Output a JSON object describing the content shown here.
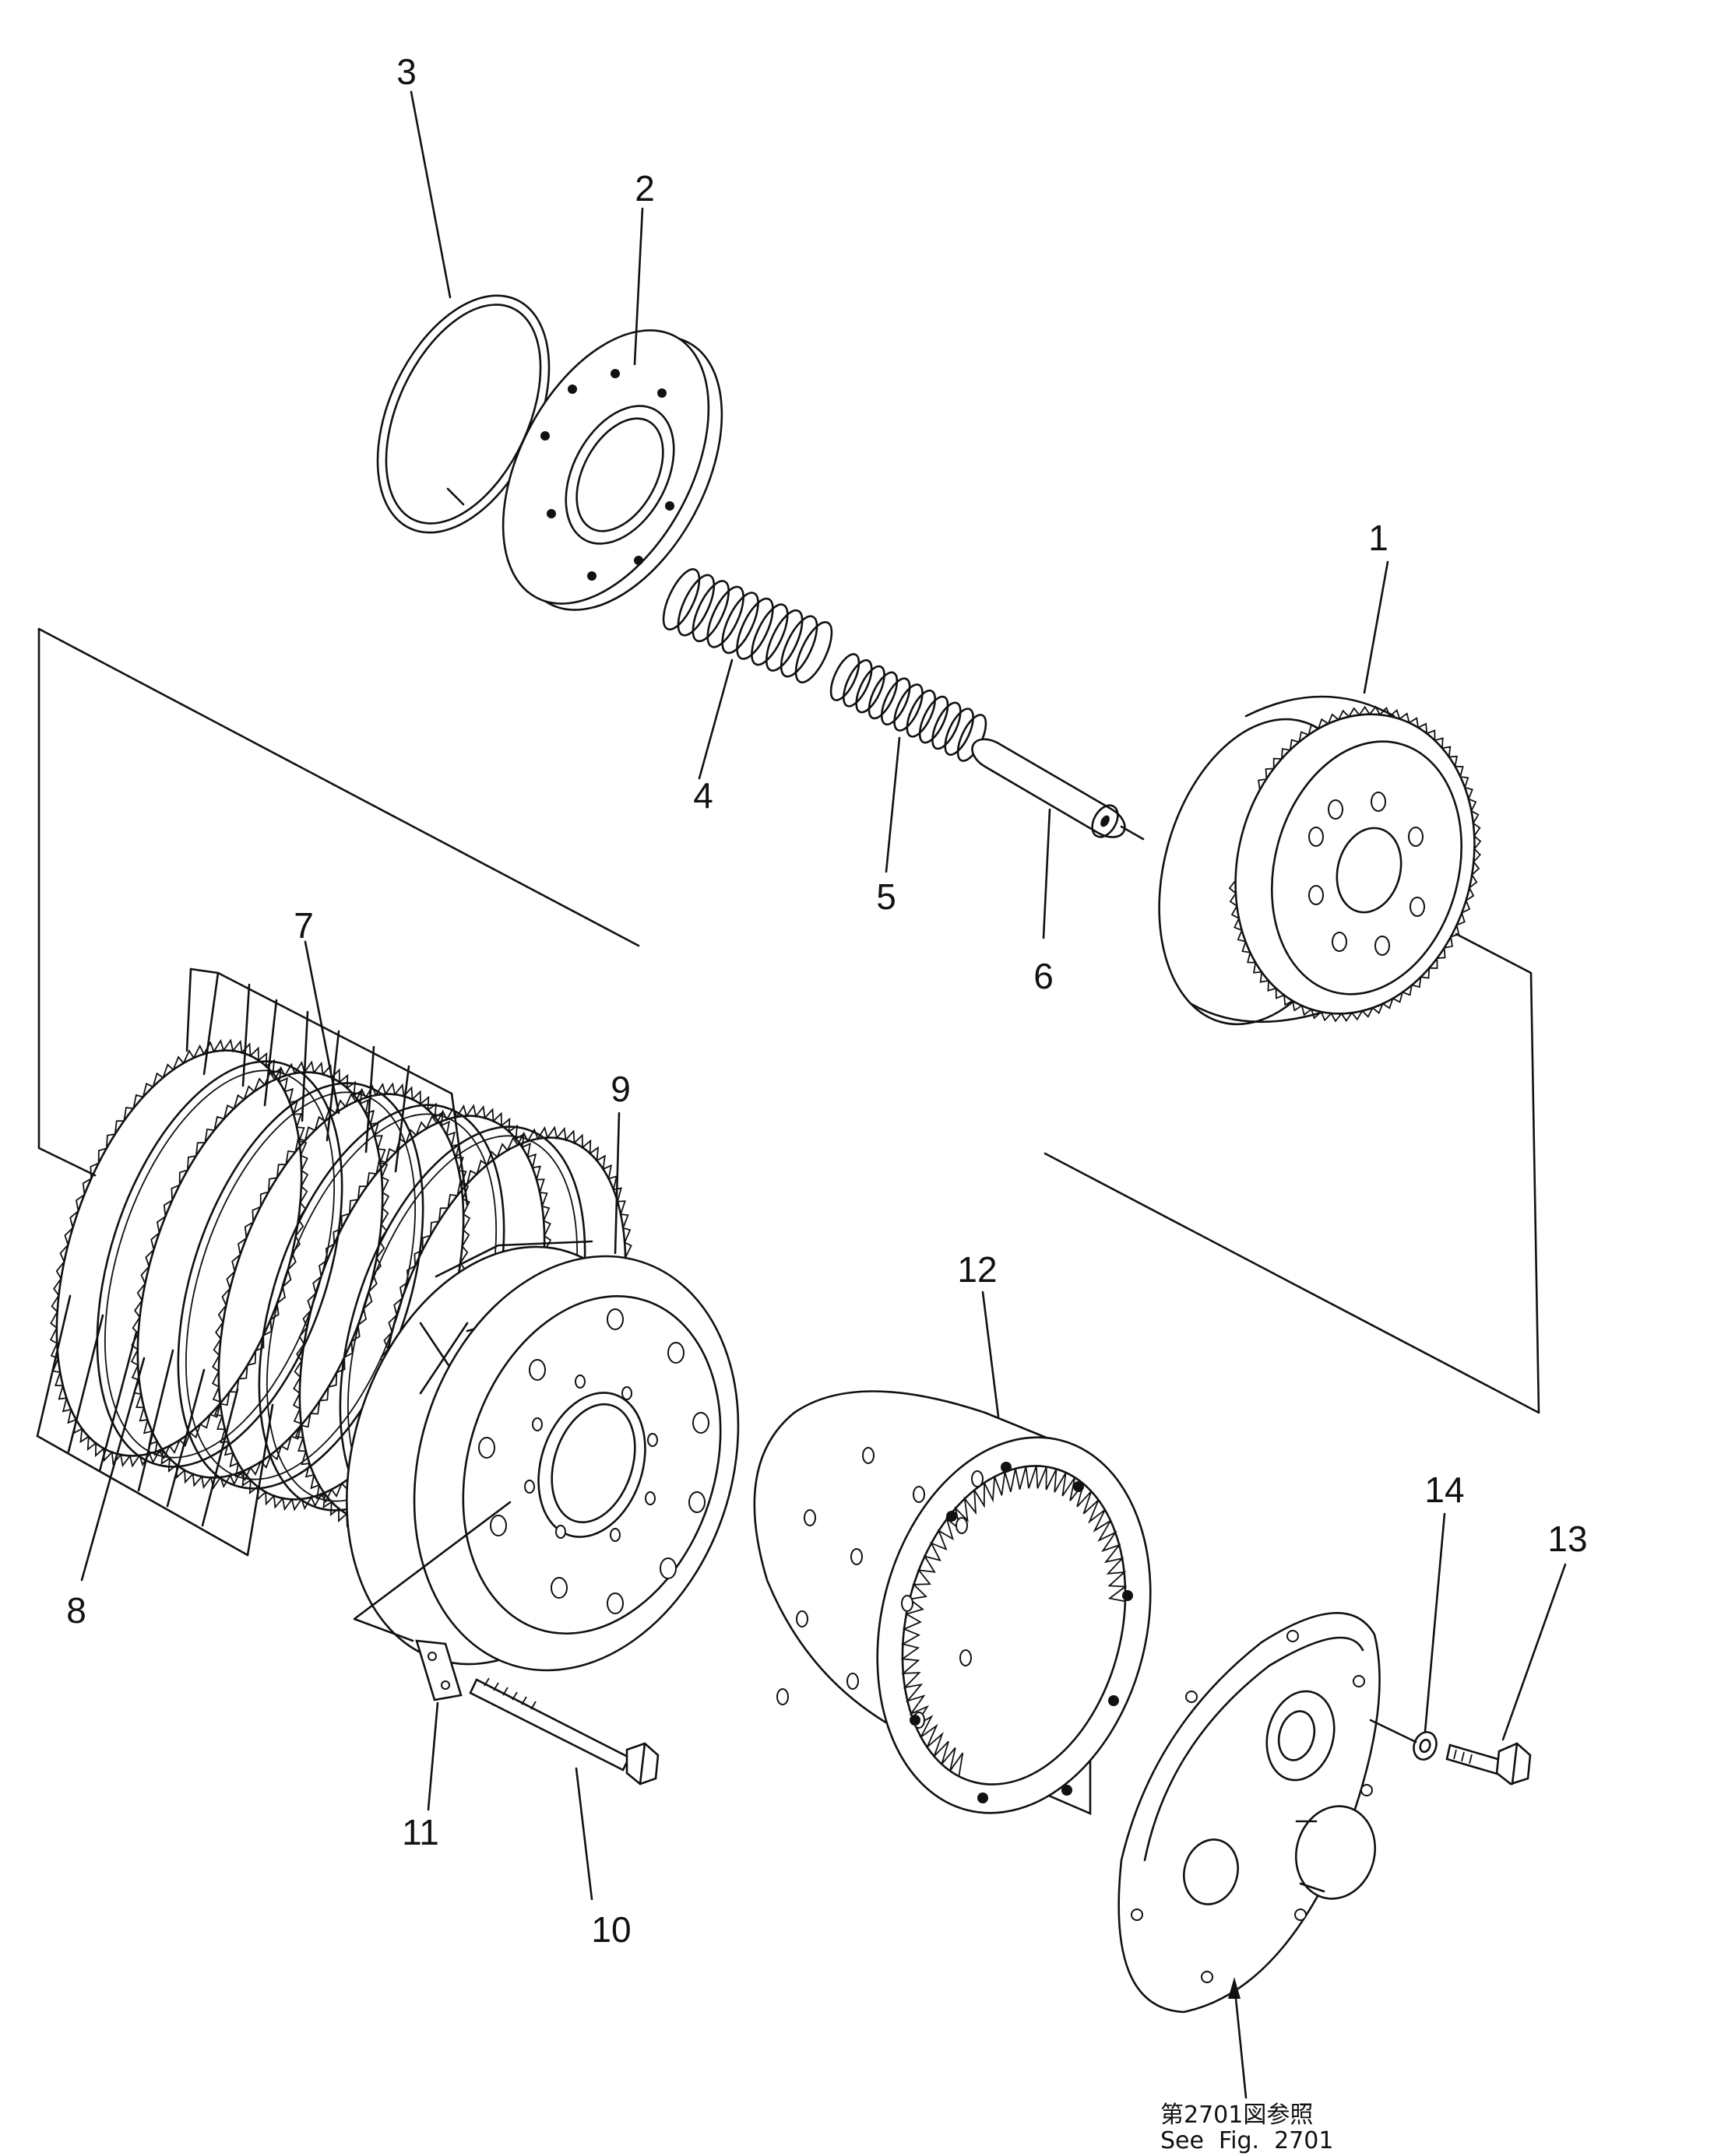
{
  "diagram": {
    "part_labels": [
      "1",
      "2",
      "3",
      "4",
      "5",
      "6",
      "7",
      "8",
      "9",
      "10",
      "11",
      "12",
      "13",
      "14"
    ],
    "reference_note": {
      "japanese": "第2701図参照",
      "english": "See  Fig.  2701"
    }
  }
}
